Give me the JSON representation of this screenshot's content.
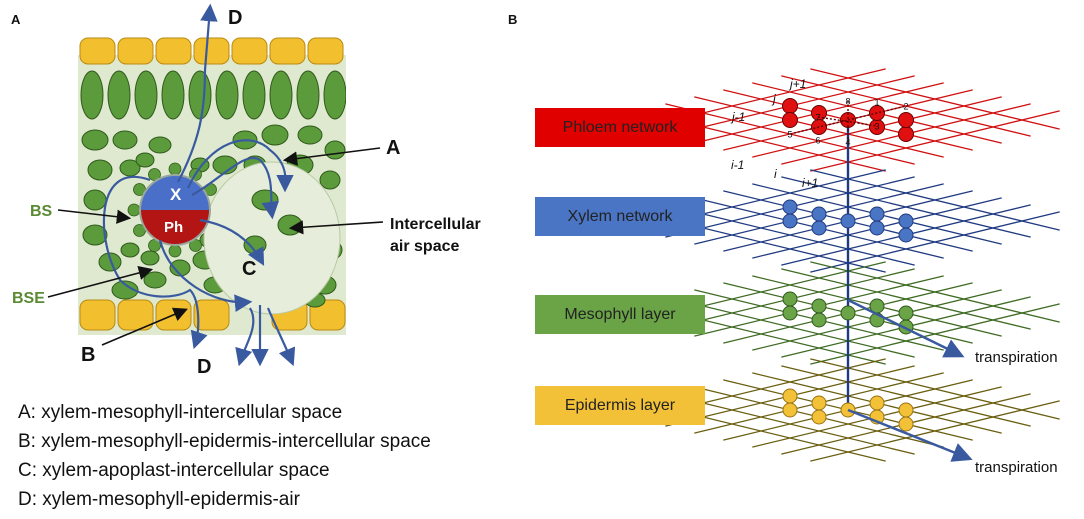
{
  "panels": {
    "a": "A",
    "b": "B"
  },
  "colors": {
    "phloem": "#e00000",
    "xylem": "#3b6fc4",
    "mesophyll": "#5c9b3c",
    "epidermis": "#f2bf2f",
    "flow": "#3a5aa0",
    "label_green": "#5a8a32"
  },
  "diagram_a": {
    "path_labels": {
      "top": "D",
      "right": "A",
      "bottom_left": "B",
      "bottom": "D",
      "center": "C"
    },
    "xylem_label": "X",
    "phloem_label": "Ph",
    "bs_label": "BS",
    "bse_label": "BSE",
    "air_space_label": [
      "Intercellular",
      "air space"
    ]
  },
  "legend": [
    "A: xylem-mesophyll-intercellular space",
    "B: xylem-mesophyll-epidermis-intercellular space",
    "C: xylem-apoplast-intercellular space",
    "D: xylem-mesophyll-epidermis-air"
  ],
  "diagram_b": {
    "layers": [
      {
        "name": "Phloem network",
        "color": "#e00000"
      },
      {
        "name": "Xylem network",
        "color": "#4a75c4"
      },
      {
        "name": "Mesophyll layer",
        "color": "#6aa446"
      },
      {
        "name": "Epidermis layer",
        "color": "#f2c138"
      }
    ],
    "grid_labels": {
      "j_plus": "j+1",
      "j": "j",
      "j_minus": "j-1",
      "i_minus": "i-1",
      "i": "i",
      "i_plus": "i+1"
    },
    "node_numbers": [
      "1",
      "2",
      "3",
      "4",
      "5",
      "6",
      "7",
      "8"
    ],
    "transpiration_label": "transpiration"
  }
}
